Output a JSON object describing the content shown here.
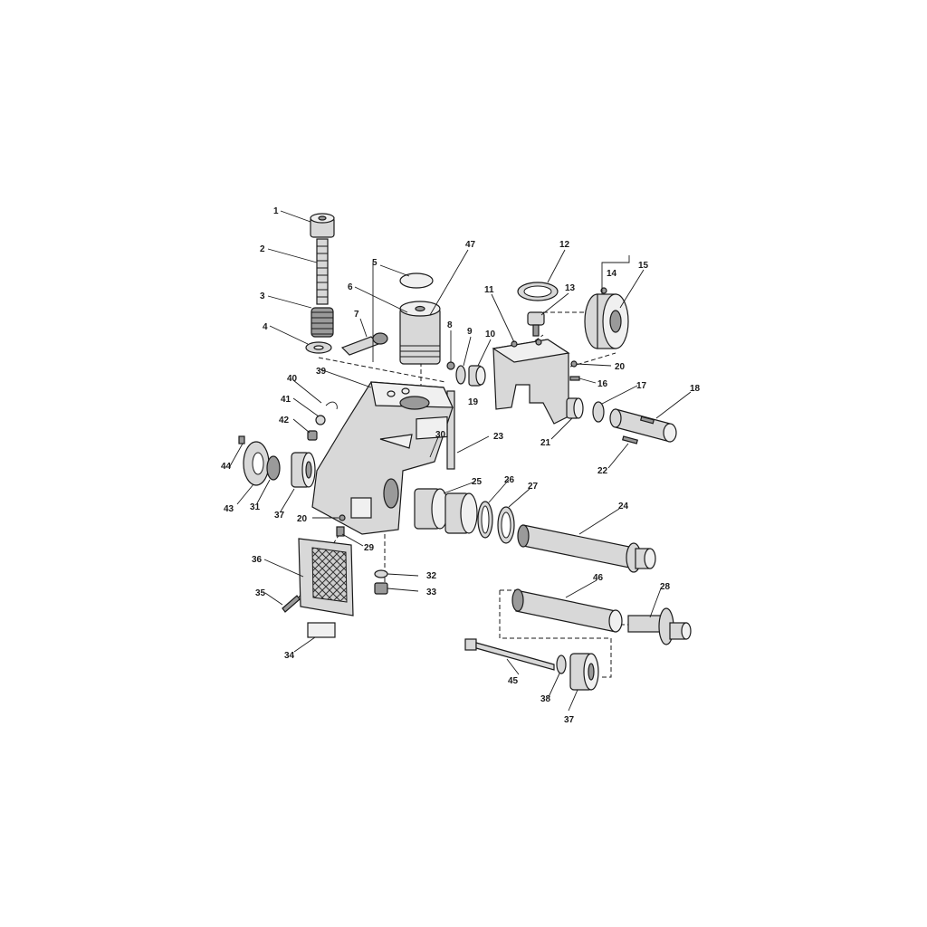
{
  "diagram": {
    "callouts": {
      "n1": "1",
      "n2": "2",
      "n3": "3",
      "n4": "4",
      "n5": "5",
      "n6": "6",
      "n7": "7",
      "n8": "8",
      "n9": "9",
      "n10": "10",
      "n11": "11",
      "n12": "12",
      "n13": "13",
      "n14": "14",
      "n15": "15",
      "n16": "16",
      "n17": "17",
      "n18": "18",
      "n19": "19",
      "n20a": "20",
      "n20b": "20",
      "n21": "21",
      "n22": "22",
      "n23": "23",
      "n24": "24",
      "n25": "25",
      "n26": "26",
      "n27": "27",
      "n28": "28",
      "n29": "29",
      "n30": "30",
      "n31": "31",
      "n32": "32",
      "n33": "33",
      "n34": "34",
      "n35": "35",
      "n36": "36",
      "n37a": "37",
      "n37b": "37",
      "n38": "38",
      "n39": "39",
      "n40": "40",
      "n41": "41",
      "n42": "42",
      "n43": "43",
      "n44": "44",
      "n45": "45",
      "n46": "46",
      "n47": "47"
    }
  }
}
